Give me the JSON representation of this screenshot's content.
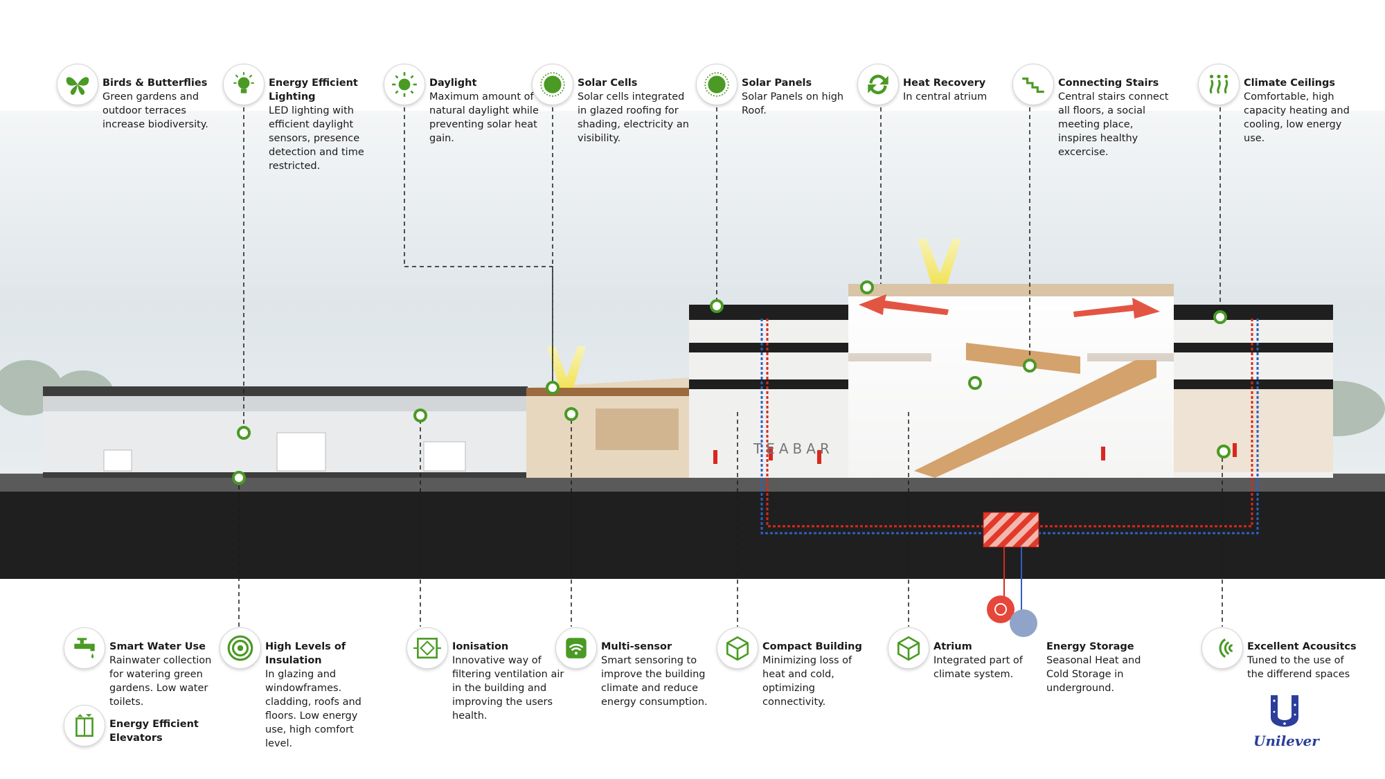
{
  "colors": {
    "accent_green": "#4a9a24",
    "warm_red": "#d9281d",
    "cool_blue": "#2f5fc0",
    "ground": "#1f1f1f",
    "sky": "#dfe6ea",
    "brand_blue": "#2c3e9a"
  },
  "top_features": [
    {
      "icon": "butterfly-icon",
      "title": "Birds & Butterflies",
      "desc": "Green gardens and outdoor terraces increase biodiversity."
    },
    {
      "icon": "light-bulb-icon",
      "title": "Energy Efficient Lighting",
      "desc": "LED lighting with efficient daylight sensors, presence detection and time restricted."
    },
    {
      "icon": "sun-icon",
      "title": "Daylight",
      "desc": "Maximum amount of natural daylight while preventing solar heat gain."
    },
    {
      "icon": "solar-cell-icon",
      "title": "Solar Cells",
      "desc": "Solar cells integrated in glazed roofing for shading, electricity an visibility."
    },
    {
      "icon": "solar-panel-icon",
      "title": "Solar Panels",
      "desc": "Solar Panels on high Roof."
    },
    {
      "icon": "recycle-arrows-icon",
      "title": "Heat Recovery",
      "desc": "In central atrium"
    },
    {
      "icon": "stairs-icon",
      "title": "Connecting Stairs",
      "desc": "Central stairs connect all floors, a social meeting place, inspires healthy excercise."
    },
    {
      "icon": "climate-waves-icon",
      "title": "Climate Ceilings",
      "desc": "Comfortable, high capacity heating and cooling, low energy use."
    }
  ],
  "bottom_features": [
    {
      "icon": "water-tap-icon",
      "title": "Smart Water Use",
      "desc": "Rainwater collection for watering green gardens. Low water toilets."
    },
    {
      "icon": "elevator-icon",
      "title": "Energy Efficient Elevators",
      "desc": ""
    },
    {
      "icon": "target-rings-icon",
      "title": "High Levels of Insulation",
      "desc": "In glazing and windowframes. cladding, roofs and floors. Low energy use, high comfort level."
    },
    {
      "icon": "ionisation-icon",
      "title": "Ionisation",
      "desc": "Innovative way of filtering ventilation air in the building and improving the users health."
    },
    {
      "icon": "wifi-sensor-icon",
      "title": "Multi-sensor",
      "desc": "Smart sensoring to improve the building climate and reduce energy consumption."
    },
    {
      "icon": "cube-icon",
      "title": "Compact Building",
      "desc": "Minimizing loss of heat and cold, optimizing connectivity."
    },
    {
      "icon": "cube-icon",
      "title": "Atrium",
      "desc": "Integrated part of climate system."
    },
    {
      "icon": "thermal-storage-icon",
      "title": "Energy Storage",
      "desc": "Seasonal Heat and Cold Storage in underground."
    },
    {
      "icon": "acoustic-waves-icon",
      "title": "Excellent Acousitcs",
      "desc": "Tuned to the use of the differend spaces"
    }
  ],
  "building": {
    "sign_text": "TEABAR"
  },
  "logo": {
    "wordmark": "Unilever"
  }
}
